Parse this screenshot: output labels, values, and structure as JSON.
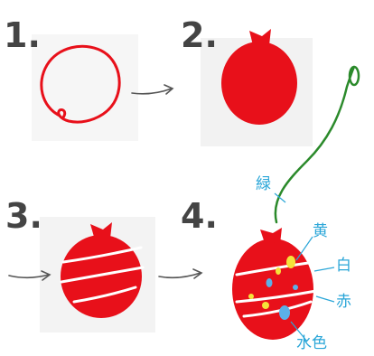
{
  "steps": {
    "s1": "1.",
    "s2": "2.",
    "s3": "3.",
    "s4": "4."
  },
  "labels": {
    "green": "緑",
    "yellow": "黄",
    "white": "白",
    "red": "赤",
    "light_blue": "水色"
  },
  "colors": {
    "balloon_red": "#e8101a",
    "string_green": "#2b8a2b",
    "label_blue": "#2aa6d8",
    "arrow_gray": "#555555",
    "dot_yellow": "#f5e23a",
    "dot_blue": "#5bb0e8",
    "number_gray": "#444444"
  }
}
